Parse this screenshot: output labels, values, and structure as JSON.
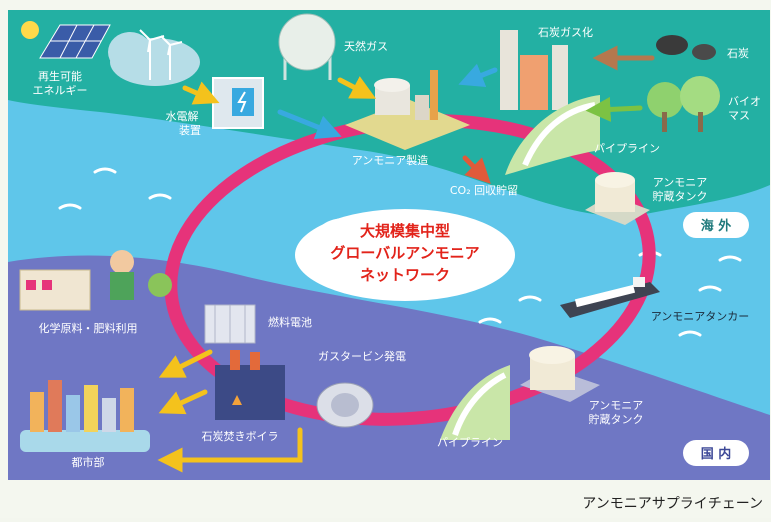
{
  "diagram": {
    "center_title_lines": [
      "大規模集中型",
      "グローバルアンモニア",
      "ネットワーク"
    ],
    "badges": {
      "overseas": "海 外",
      "domestic": "国 内"
    },
    "nodes": {
      "renewable": [
        "再生可能",
        "エネルギー"
      ],
      "electrolysis": [
        "水電解",
        "装置"
      ],
      "natural_gas": "天然ガス",
      "coal_gasification": "石炭ガス化",
      "coal": "石炭",
      "biomass": [
        "バイオ",
        "マス"
      ],
      "ammonia_production": "アンモニア製造",
      "co2_capture": "CO₂ 回収貯留",
      "pipeline_overseas": "パイプライン",
      "storage_tank_overseas": [
        "アンモニア",
        "貯蔵タンク"
      ],
      "tanker": "アンモニアタンカー",
      "storage_tank_domestic": [
        "アンモニア",
        "貯蔵タンク"
      ],
      "pipeline_domestic": "パイプライン",
      "gas_turbine": "ガスタービン発電",
      "fuel_cell": "燃料電池",
      "coal_boiler": "石炭焚きボイラ",
      "chemical_fertilizer": "化学原料・肥料利用",
      "city": "都市部"
    },
    "caption": "アンモニアサプライチェーン",
    "colors": {
      "loop": "#e6337a",
      "overseas_land": "#23b0a3",
      "sea": "#5fc6ea",
      "domestic_land": "#6f77c4",
      "badge_text": "#1f7a7c",
      "title_red": "#e2231a",
      "arrow_yellow": "#f4c21c",
      "arrow_blue": "#38a9e0",
      "arrow_brown": "#b5784e",
      "arrow_green": "#7cc243",
      "arrow_red": "#e05a3a"
    }
  }
}
